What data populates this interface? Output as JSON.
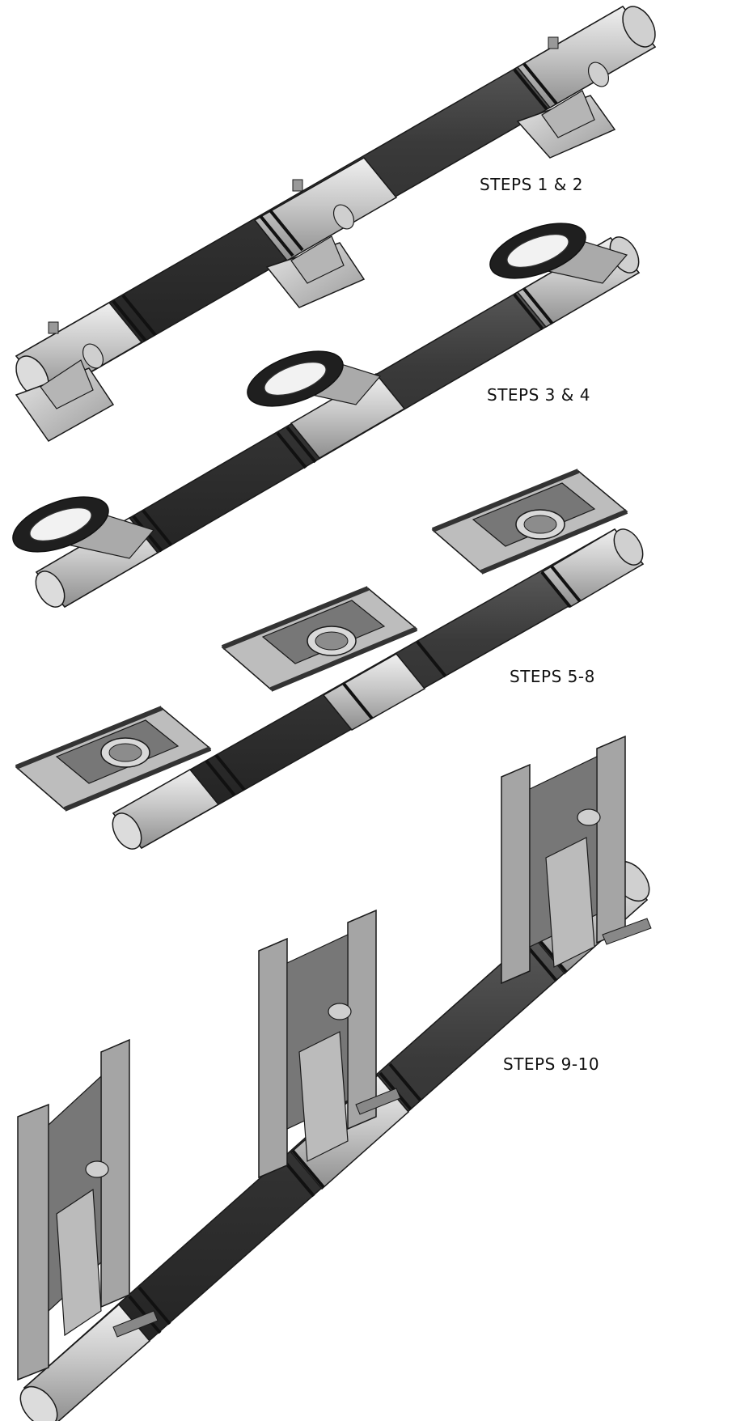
{
  "diagram": {
    "stages": [
      {
        "id": "stage-1",
        "label": "STEPS 1 & 2",
        "fitting": "base-plate"
      },
      {
        "id": "stage-2",
        "label": "STEPS 3 & 4",
        "fitting": "oval-gasket"
      },
      {
        "id": "stage-3",
        "label": "STEPS 5-8",
        "fitting": "frame-carrier"
      },
      {
        "id": "stage-4",
        "label": "STEPS 9-10",
        "fitting": "vertical-carrier"
      }
    ],
    "colors": {
      "black_pipe": "#2b2b2b",
      "pipe_highlight": "#5a5a5a",
      "gray_fitting": "#c9c9c9",
      "fitting_shadow": "#8f8f8f",
      "outline": "#1a1a1a",
      "coupling": "#4a4a4a"
    }
  }
}
